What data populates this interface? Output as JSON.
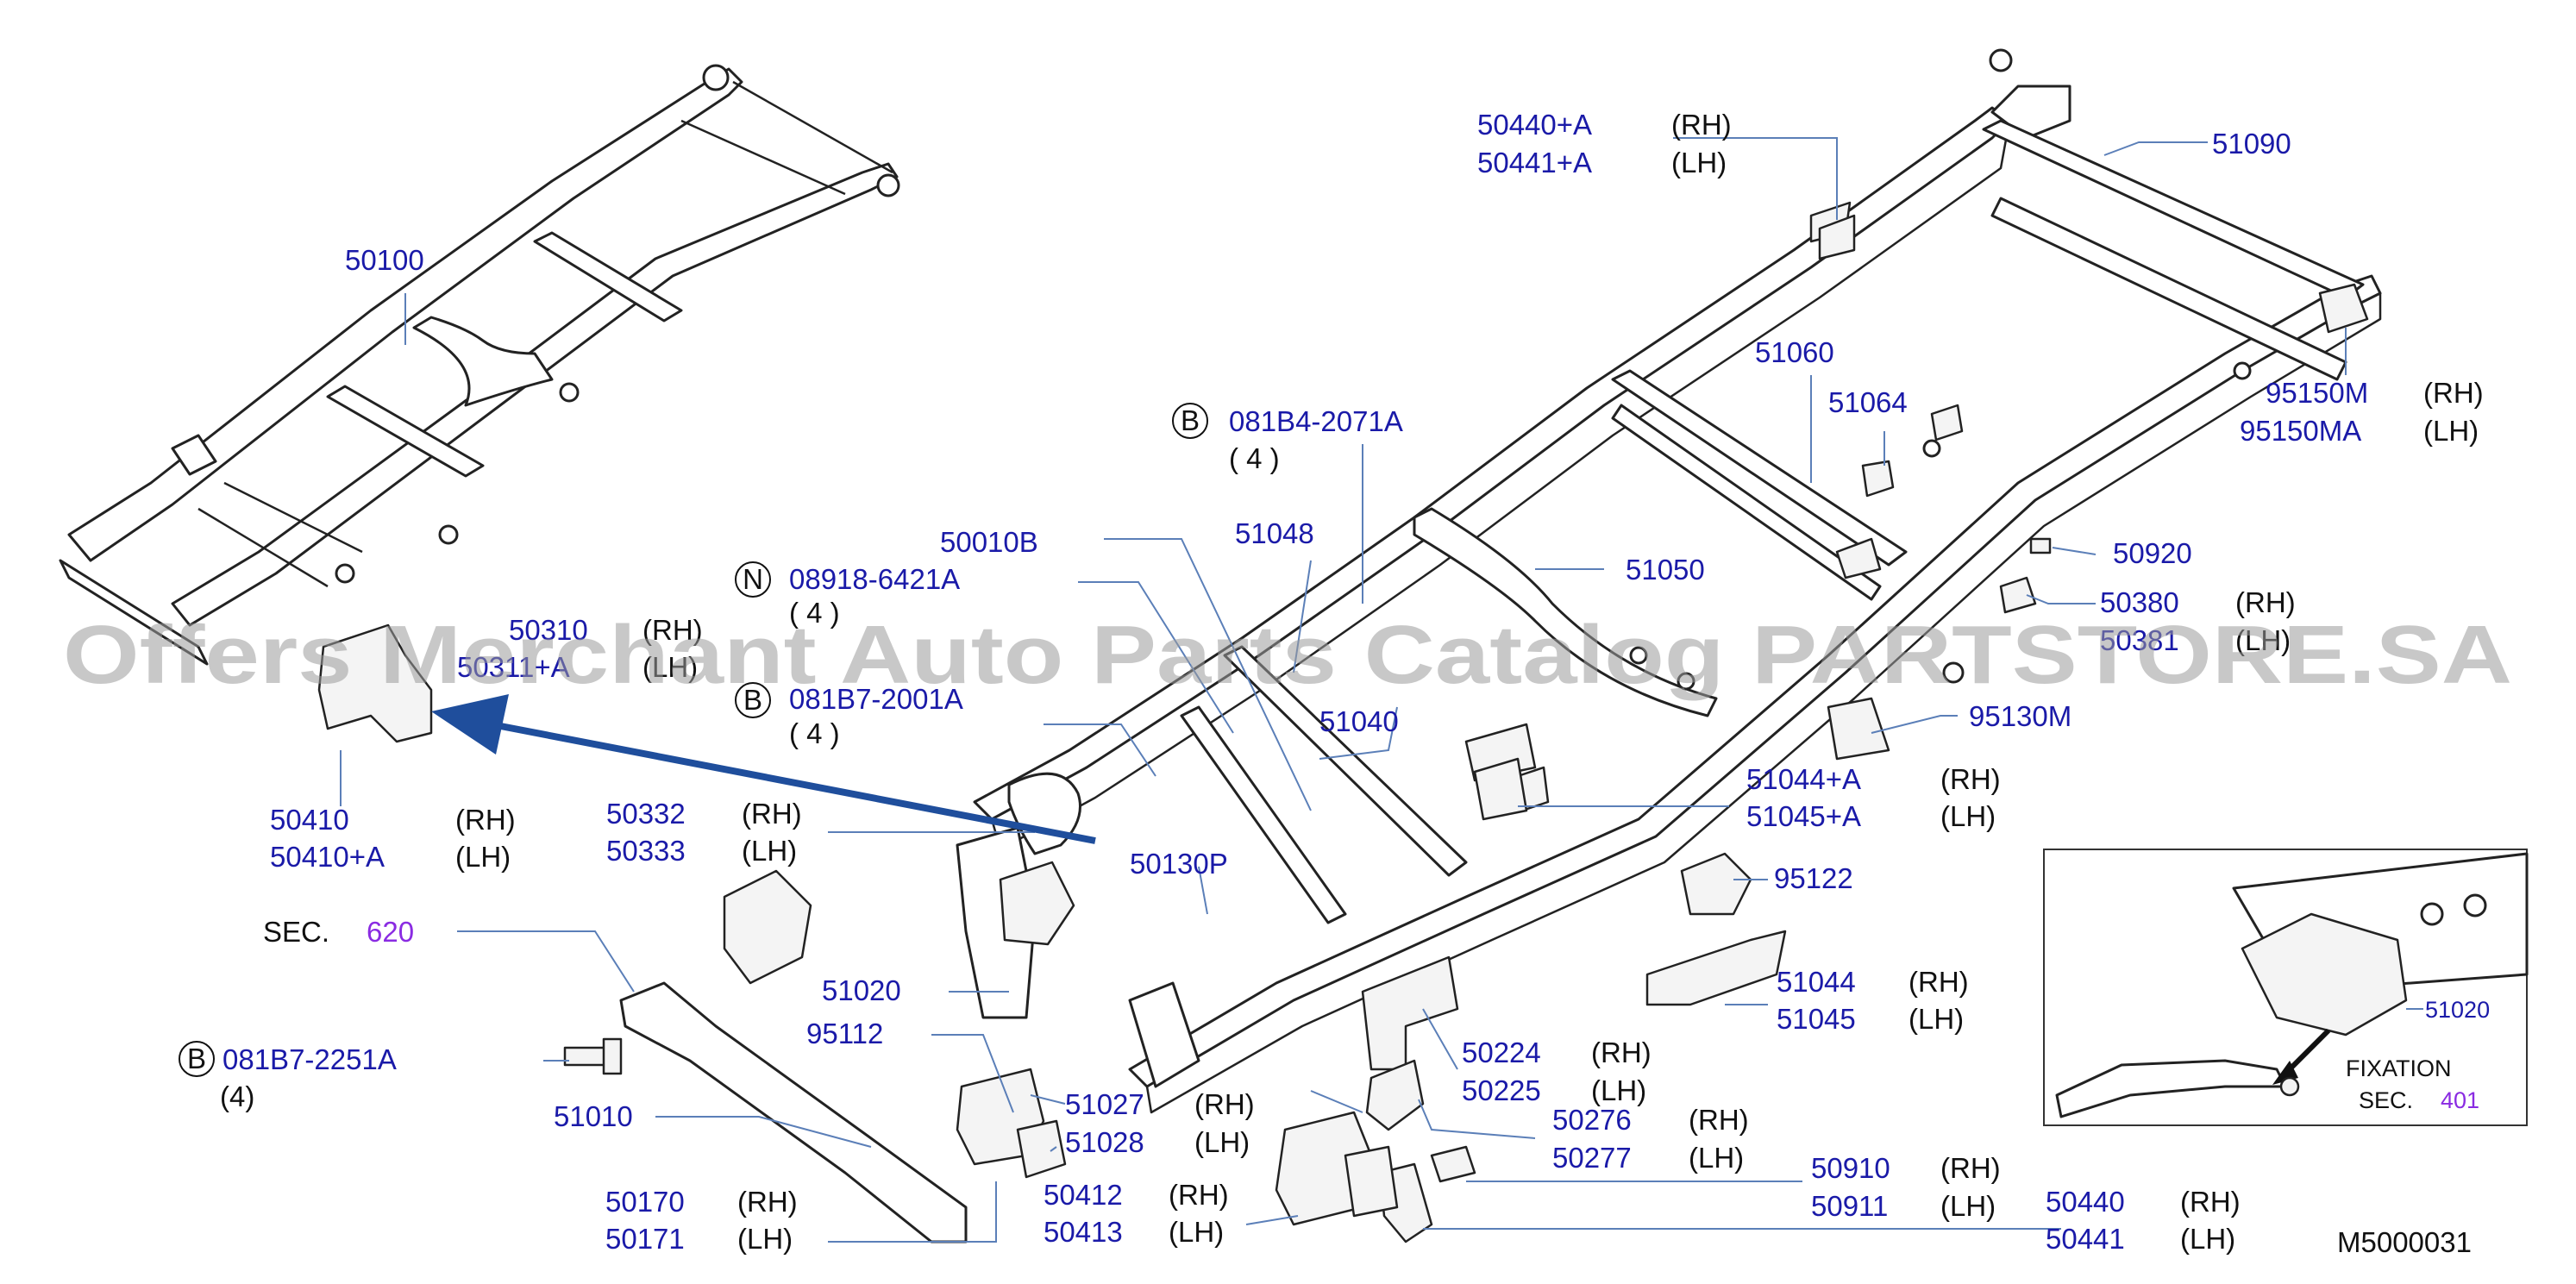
{
  "diagram": {
    "drawing_number": "M5000031",
    "watermark": "Offers Merchant Auto Parts Catalog PARTSTORE.SA",
    "colors": {
      "part_number": "#1a1aa8",
      "section_ref": "#8a2be2",
      "leader": "#5b7fb8",
      "arrow": "#1f4e9c",
      "line_art": "#222222"
    },
    "labels": {
      "p50100": "50100",
      "p50440a": "50440+A",
      "p50440a_side": "(RH)",
      "p50441a": "50441+A",
      "p50441a_side": "(LH)",
      "p51090": "51090",
      "p95150m": "95150M",
      "p95150m_side": "(RH)",
      "p95150ma": "95150MA",
      "p95150ma_side": "(LH)",
      "p51060": "51060",
      "p51064": "51064",
      "b_bolt_1": "081B4-2071A",
      "b_bolt_1_qty": "( 4 )",
      "p51048": "51048",
      "p50010b": "50010B",
      "p51050": "51050",
      "p50920": "50920",
      "n_nut": "08918-6421A",
      "n_nut_qty": "( 4 )",
      "p50380": "50380",
      "p50380_side": "(RH)",
      "p50381": "50381",
      "p50381_side": "(LH)",
      "p50310": "50310",
      "p50310_side": "(RH)",
      "p50311a": "50311+A",
      "p50311a_side": "(LH)",
      "b_bolt_2": "081B7-2001A",
      "b_bolt_2_qty": "( 4 )",
      "p95130m": "95130M",
      "p51040": "51040",
      "p51044a": "51044+A",
      "p51044a_side": "(RH)",
      "p51045a": "51045+A",
      "p51045a_side": "(LH)",
      "p50410": "50410",
      "p50410_side": "(RH)",
      "p50410a": "50410+A",
      "p50410a_side": "(LH)",
      "p50332": "50332",
      "p50332_side": "(RH)",
      "p50333": "50333",
      "p50333_side": "(LH)",
      "p50130p": "50130P",
      "p95122": "95122",
      "sec_620_prefix": "SEC.",
      "sec_620_num": "620",
      "p51020": "51020",
      "p51044": "51044",
      "p51044_side": "(RH)",
      "p51045": "51045",
      "p51045_side": "(LH)",
      "p95112": "95112",
      "b_bolt_3": "081B7-2251A",
      "b_bolt_3_qty": "(4)",
      "p50224": "50224",
      "p50224_side": "(RH)",
      "p50225": "50225",
      "p50225_side": "(LH)",
      "p51027": "51027",
      "p51027_side": "(RH)",
      "p51028": "51028",
      "p51028_side": "(LH)",
      "p50276": "50276",
      "p50276_side": "(RH)",
      "p50277": "50277",
      "p50277_side": "(LH)",
      "p51010": "51010",
      "p50412": "50412",
      "p50412_side": "(RH)",
      "p50413": "50413",
      "p50413_side": "(LH)",
      "p50910": "50910",
      "p50910_side": "(RH)",
      "p50911": "50911",
      "p50911_side": "(LH)",
      "p50170": "50170",
      "p50170_side": "(RH)",
      "p50171": "50171",
      "p50171_side": "(LH)",
      "p50440": "50440",
      "p50440_side": "(RH)",
      "p50441": "50441",
      "p50441_side": "(LH)",
      "inset_51020": "51020",
      "inset_fixation": "FIXATION",
      "inset_sec_prefix": "SEC.",
      "inset_sec_num": "401",
      "circle_b": "B",
      "circle_n": "N"
    }
  }
}
